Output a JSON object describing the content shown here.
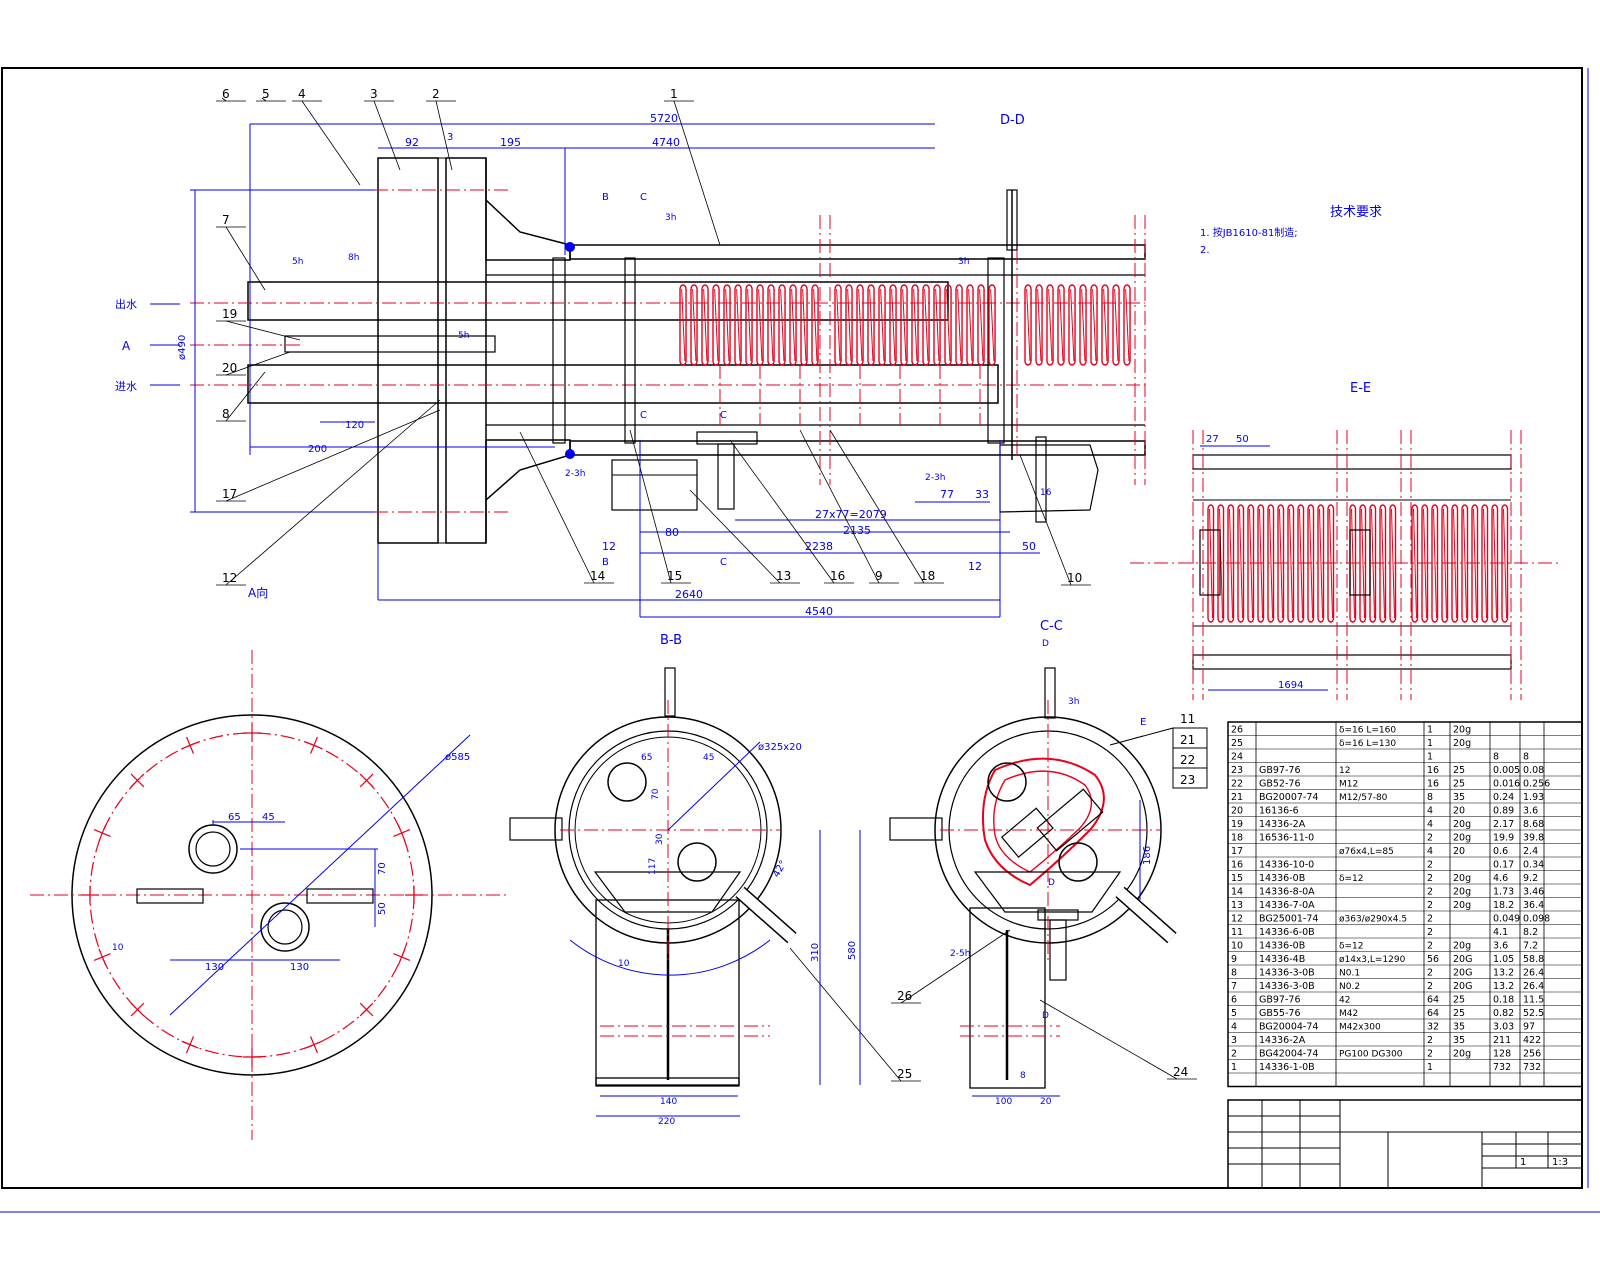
{
  "views": {
    "dd": "D-D",
    "ee": "E-E",
    "bb": "B-B",
    "cc": "C-C",
    "a_view": "A向",
    "a_view_sub": ""
  },
  "labels": {
    "out_water": "出水",
    "in_water": "进水",
    "a": "A"
  },
  "section_marks": {
    "b": "B",
    "c": "C",
    "d": "D",
    "e": "E"
  },
  "main_dims": {
    "d5720": "5720",
    "d4740": "4740",
    "d92": "92",
    "d3": "3",
    "d195": "195",
    "d120": "120",
    "d200": "200",
    "d490": "ø490",
    "d80": "80",
    "d12a": "12",
    "d2238": "2238",
    "d2135": "2135",
    "d27x77": "27x77=2079",
    "d77": "77",
    "d33": "33",
    "d50": "50",
    "d12b": "12",
    "d2640": "2640",
    "d4540": "4540",
    "d16": "16",
    "d1694": "1694",
    "d27": "27",
    "d50ee": "50",
    "weld3h": "3h",
    "weld5h": "5h",
    "weld8h": "8h",
    "weld2_3h": "2-3h"
  },
  "leaders": [
    "1",
    "2",
    "3",
    "4",
    "5",
    "6",
    "7",
    "8",
    "9",
    "10",
    "11",
    "12",
    "13",
    "14",
    "15",
    "16",
    "17",
    "18",
    "19",
    "20",
    "21",
    "22",
    "23",
    "24",
    "25",
    "26"
  ],
  "a_dims": {
    "d585": "ø585",
    "d65": "65",
    "d45": "45",
    "d70": "70",
    "d50": "50",
    "d130a": "130",
    "d130b": "130",
    "d10": "10"
  },
  "bb_dims": {
    "d325": "ø325x20",
    "d65": "65",
    "d45": "45",
    "d70": "70",
    "d30": "30",
    "d117": "117",
    "d42": "42°",
    "d310": "310",
    "d140": "140",
    "d220": "220",
    "d10": "10"
  },
  "cc_dims": {
    "d3h": "3h",
    "d580": "580",
    "d186": "186",
    "d100": "100",
    "d20": "20",
    "d8": "8",
    "d5h": "2-5h"
  },
  "notes": {
    "title": "技术要求",
    "lines": [
      "1. 按JB1610-81制造;",
      "2. ",
      "",
      "",
      "",
      ""
    ]
  },
  "bom": {
    "rows": [
      [
        "26",
        "",
        "δ=16 L=160",
        "1",
        "20g",
        "",
        ""
      ],
      [
        "25",
        "",
        "δ=16 L=130",
        "1",
        "20g",
        "",
        ""
      ],
      [
        "24",
        "",
        "",
        "1",
        "",
        "8",
        "8"
      ],
      [
        "23",
        "GB97-76",
        "12",
        "16",
        "25",
        "0.005",
        "0.08"
      ],
      [
        "22",
        "GB52-76",
        "M12",
        "16",
        "25",
        "0.016",
        "0.256"
      ],
      [
        "21",
        "BG20007-74",
        "M12/57-80",
        "8",
        "35",
        "0.24",
        "1.93"
      ],
      [
        "20",
        "16136-6",
        "",
        "4",
        "20",
        "0.89",
        "3.6"
      ],
      [
        "19",
        "14336-2A",
        "",
        "4",
        "20g",
        "2.17",
        "8.68"
      ],
      [
        "18",
        "16536-11-0",
        "",
        "2",
        "20g",
        "19.9",
        "39.8"
      ],
      [
        "17",
        "",
        "ø76x4,L=85",
        "4",
        "20",
        "0.6",
        "2.4"
      ],
      [
        "16",
        "14336-10-0",
        "",
        "2",
        "",
        "0.17",
        "0.34"
      ],
      [
        "15",
        "14336-0B",
        "δ=12",
        "2",
        "20g",
        "4.6",
        "9.2"
      ],
      [
        "14",
        "14336-8-0A",
        "",
        "2",
        "20g",
        "1.73",
        "3.46"
      ],
      [
        "13",
        "14336-7-0A",
        "",
        "2",
        "20g",
        "18.2",
        "36.4"
      ],
      [
        "12",
        "BG25001-74",
        "ø363/ø290x4.5",
        "2",
        "",
        "0.049",
        "0.098"
      ],
      [
        "11",
        "14336-6-0B",
        "",
        "2",
        "",
        "4.1",
        "8.2"
      ],
      [
        "10",
        "14336-0B",
        "δ=12",
        "2",
        "20g",
        "3.6",
        "7.2"
      ],
      [
        "9",
        "14336-4B",
        "ø14x3,L=1290",
        "56",
        "20G",
        "1.05",
        "58.8"
      ],
      [
        "8",
        "14336-3-0B",
        "N0.1",
        "2",
        "20G",
        "13.2",
        "26.4"
      ],
      [
        "7",
        "14336-3-0B",
        "N0.2",
        "2",
        "20G",
        "13.2",
        "26.4"
      ],
      [
        "6",
        "GB97-76",
        "42",
        "64",
        "25",
        "0.18",
        "11.5"
      ],
      [
        "5",
        "GB55-76",
        "M42",
        "64",
        "25",
        "0.82",
        "52.5"
      ],
      [
        "4",
        "BG20004-74",
        "M42x300",
        "32",
        "35",
        "3.03",
        "97"
      ],
      [
        "3",
        "14336-2A",
        "",
        "2",
        "35",
        "211",
        "422"
      ],
      [
        "2",
        "BG42004-74",
        "PG100 DG300",
        "2",
        "20g",
        "128",
        "256"
      ],
      [
        "1",
        "14336-1-0B",
        "",
        "1",
        "",
        "732",
        "732"
      ]
    ],
    "extras": {
      "23": "",
      "19": "",
      "18": "",
      "15": "",
      "14": "",
      "10": "",
      "3": ""
    },
    "scale": "1:3",
    "qty": "1"
  },
  "callout_stack": [
    "11",
    "21",
    "22",
    "23"
  ]
}
